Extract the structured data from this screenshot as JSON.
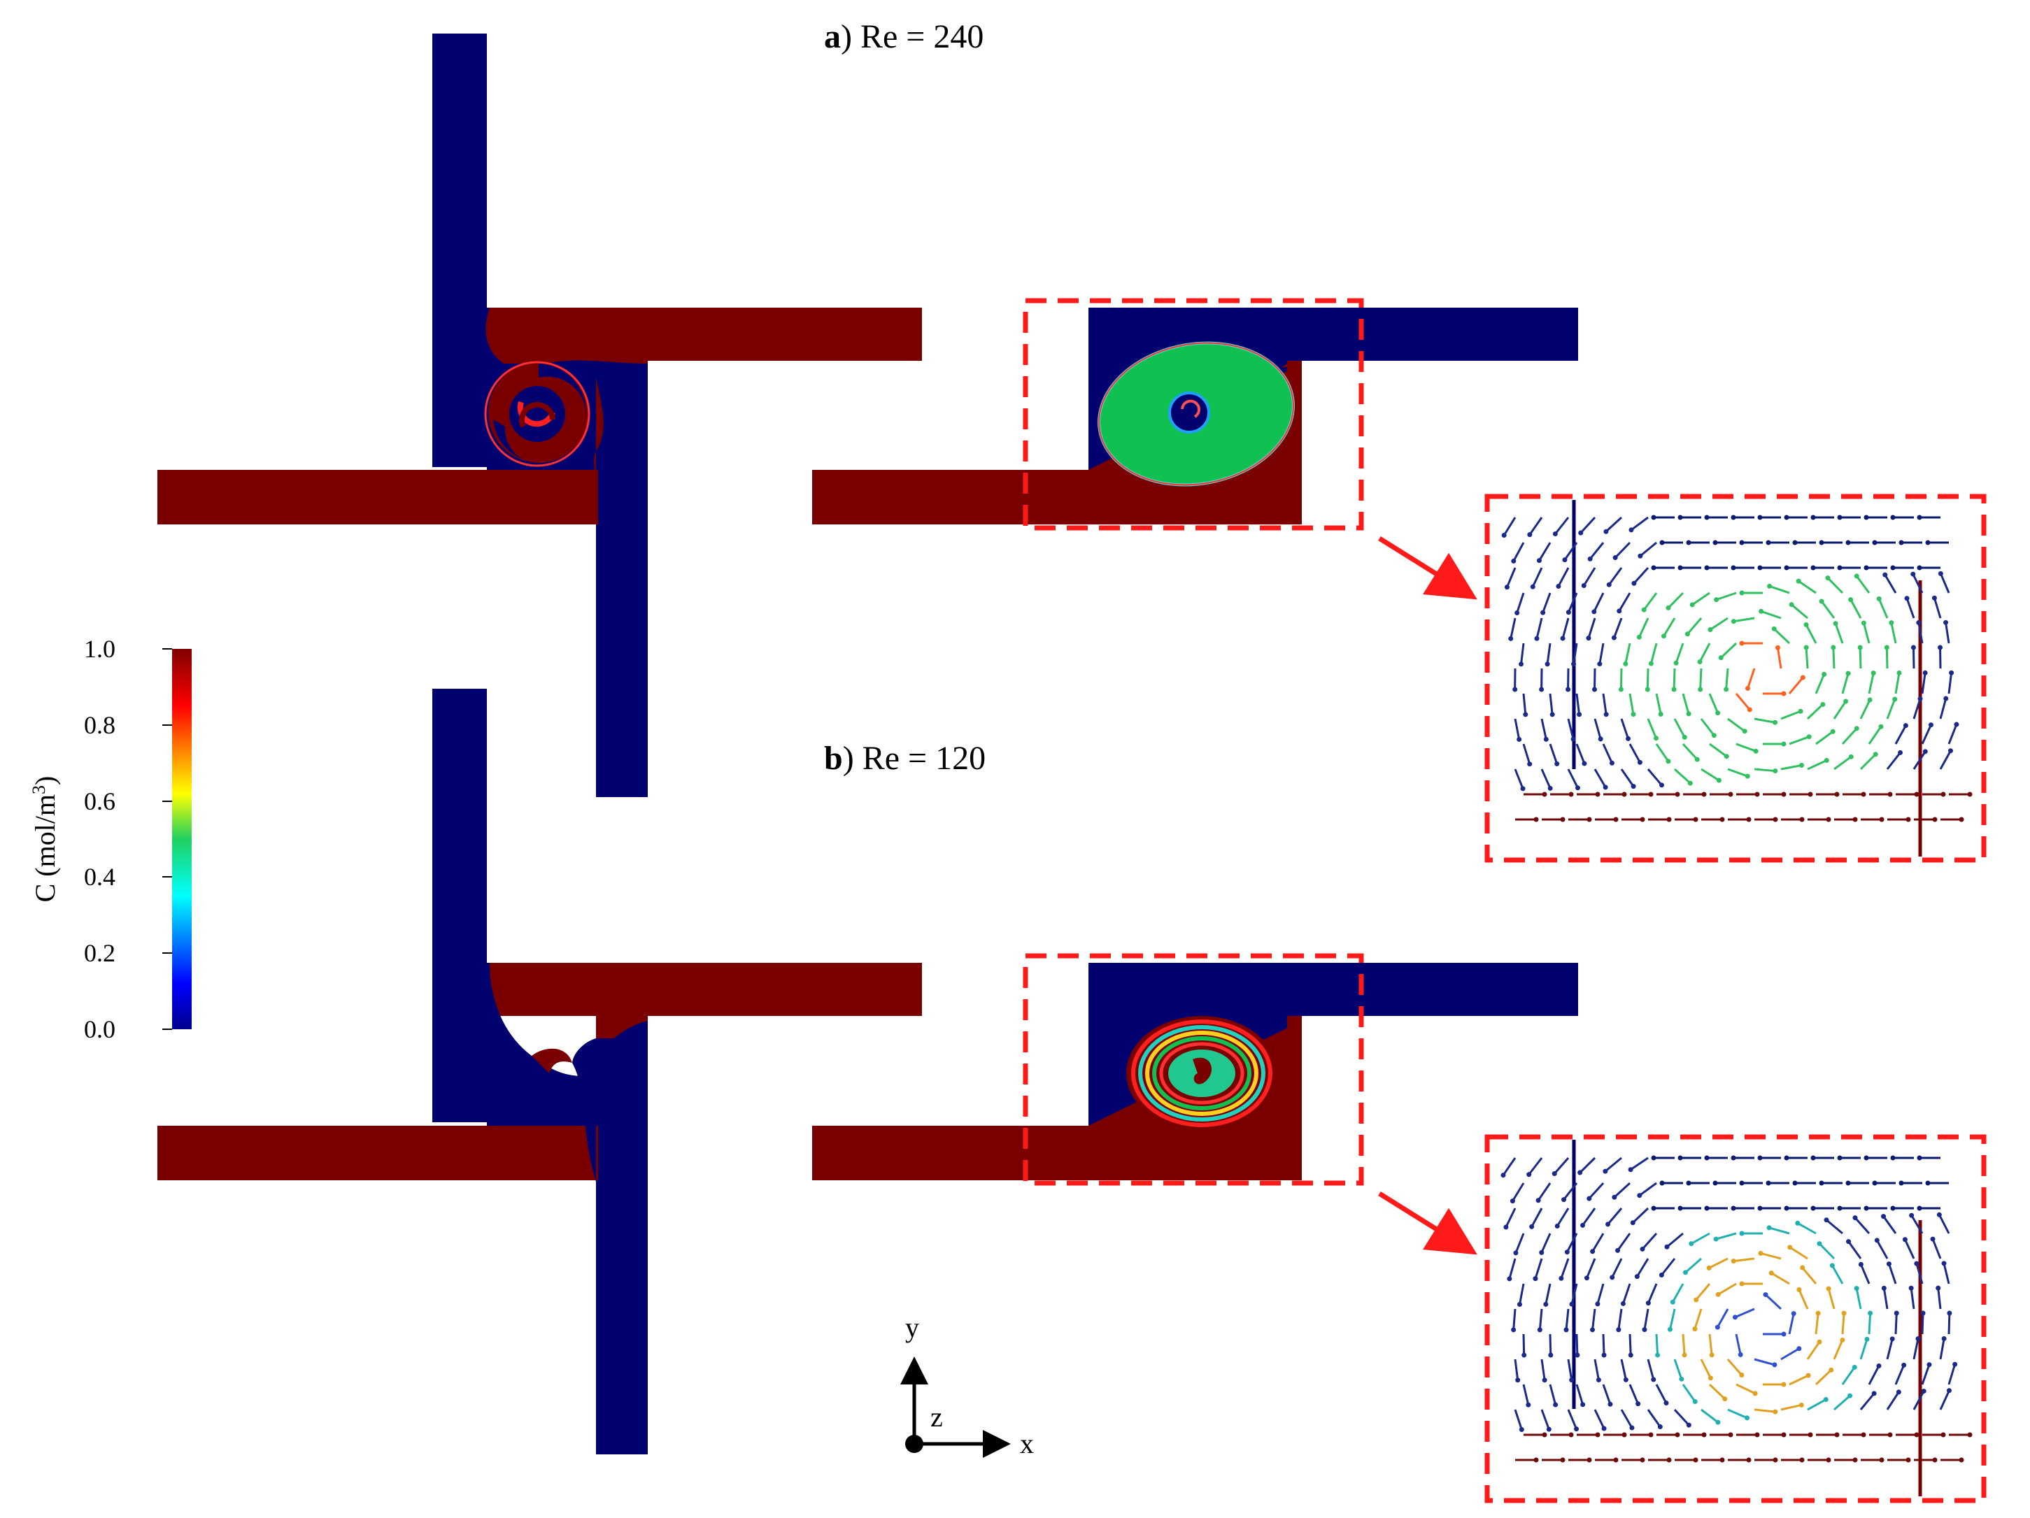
{
  "panels": [
    {
      "letter": "a",
      "label": ") Re = 240"
    },
    {
      "letter": "b",
      "label": ") Re = 120"
    }
  ],
  "colorbar": {
    "title_prefix": "C (mol/m",
    "title_sup": "3",
    "title_suffix": ")",
    "ticks": [
      "1.0",
      "0.8",
      "0.6",
      "0.4",
      "0.2",
      "0.0"
    ],
    "range": [
      0.0,
      1.0
    ],
    "colormap": "jet"
  },
  "axes": {
    "y": "y",
    "z": "z",
    "x": "x"
  },
  "colors": {
    "high_conc": "#7a0000",
    "low_conc": "#00006e",
    "mixed_conc": "#10c050",
    "zoom_box": "#ff1a1a"
  }
}
